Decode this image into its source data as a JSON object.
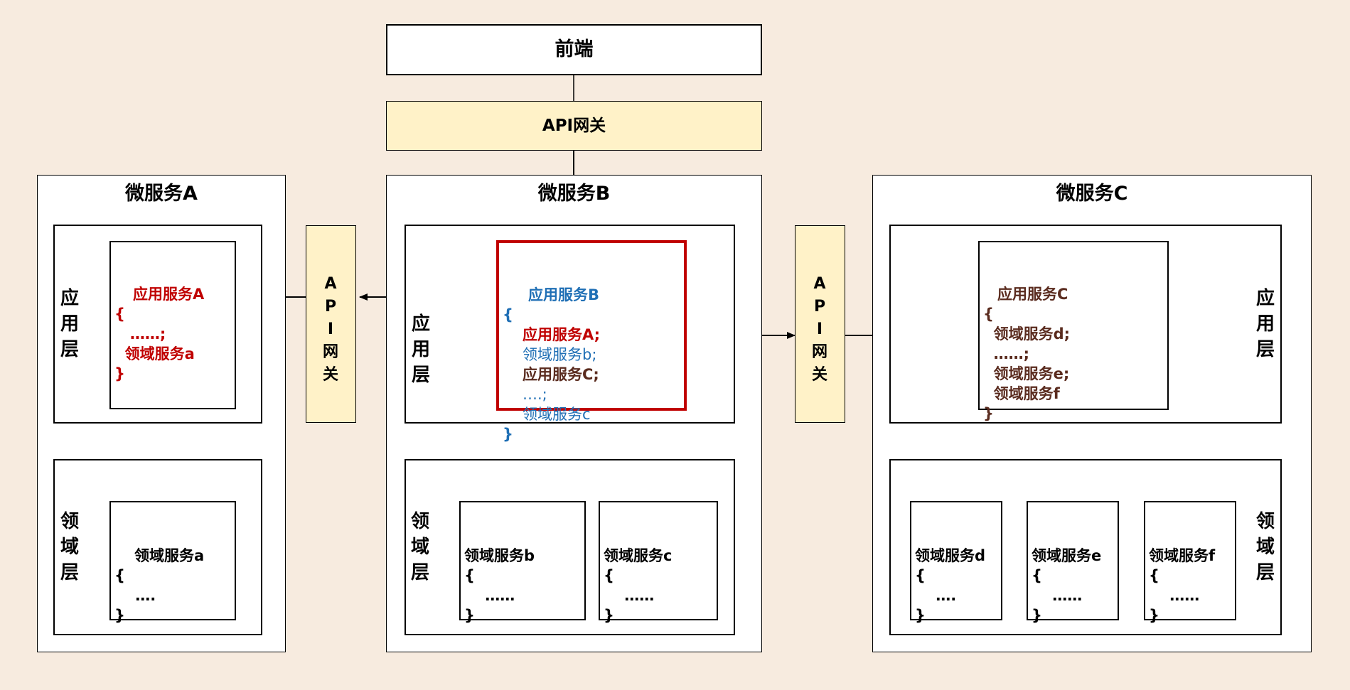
{
  "frontend": "前端",
  "gateway_top": "API网关",
  "gateway_side_chars": [
    "A",
    "P",
    "I",
    "网",
    "关"
  ],
  "layers": {
    "app": [
      "应",
      "用",
      "层"
    ],
    "domain": [
      "领",
      "域",
      "层"
    ]
  },
  "msA": {
    "title": "微服务A",
    "app_service": {
      "name": "应用服务A",
      "lines": [
        "{",
        "   ……;",
        "  领域服务a",
        "}"
      ]
    },
    "domain_service": {
      "name": "领域服务a",
      "lines": [
        "{",
        "    ….",
        "}"
      ]
    }
  },
  "msB": {
    "title": "微服务B",
    "app_service": {
      "name": "应用服务B",
      "open": "{",
      "call_a": "应用服务A;",
      "call_b": "领域服务b;",
      "call_c": "应用服务C;",
      "dots": "….;",
      "call_c_domain": "领域服务c",
      "close": "}"
    },
    "domain_b": {
      "name": "领域服务b",
      "lines": [
        "{",
        "    ……",
        "}"
      ]
    },
    "domain_c": {
      "name": "领域服务c",
      "lines": [
        "{",
        "    ……",
        "}"
      ]
    }
  },
  "msC": {
    "title": "微服务C",
    "app_service": {
      "name": "应用服务C",
      "lines": [
        "{",
        "  领域服务d;",
        "  ……;",
        "  领域服务e;",
        "  领域服务f",
        "}"
      ]
    },
    "domain_d": {
      "name": "领域服务d",
      "lines": [
        "{",
        "    ….",
        "}"
      ]
    },
    "domain_e": {
      "name": "领域服务e",
      "lines": [
        "{",
        "    ……",
        "}"
      ]
    },
    "domain_f": {
      "name": "领域服务f",
      "lines": [
        "{",
        "    ……",
        "}"
      ]
    }
  },
  "colors": {
    "background": "#f7ebdf",
    "gateway_fill": "#fff2c8",
    "app_service_a": "#c00000",
    "app_service_b": "#1f6fb5",
    "app_service_c": "#5a2b1e",
    "highlight_border": "#c00000"
  }
}
